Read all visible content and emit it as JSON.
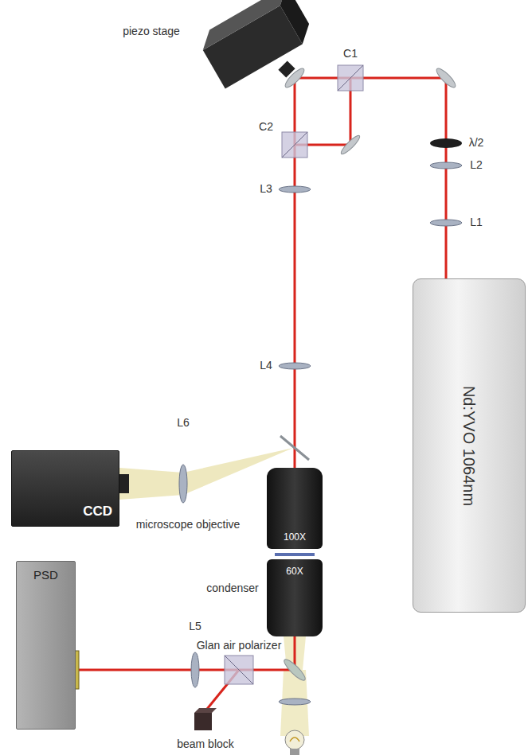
{
  "diagram": {
    "nodes": [
      {
        "text": [
          "Nd:YVO 1064nm"
        ]
      },
      {
        "text": [
          "CCD"
        ]
      },
      {
        "text": [
          "100X"
        ]
      },
      {
        "text": [
          "60X"
        ]
      },
      {
        "text": [
          "PSD"
        ]
      }
    ],
    "labels": [
      "piezo stage",
      "C1",
      "C2",
      "λ/2",
      "L2",
      "L1",
      "L3",
      "L4",
      "L6",
      "microscope objective",
      "condenser",
      "L5",
      "Glan air polarizer",
      "beam block"
    ]
  }
}
